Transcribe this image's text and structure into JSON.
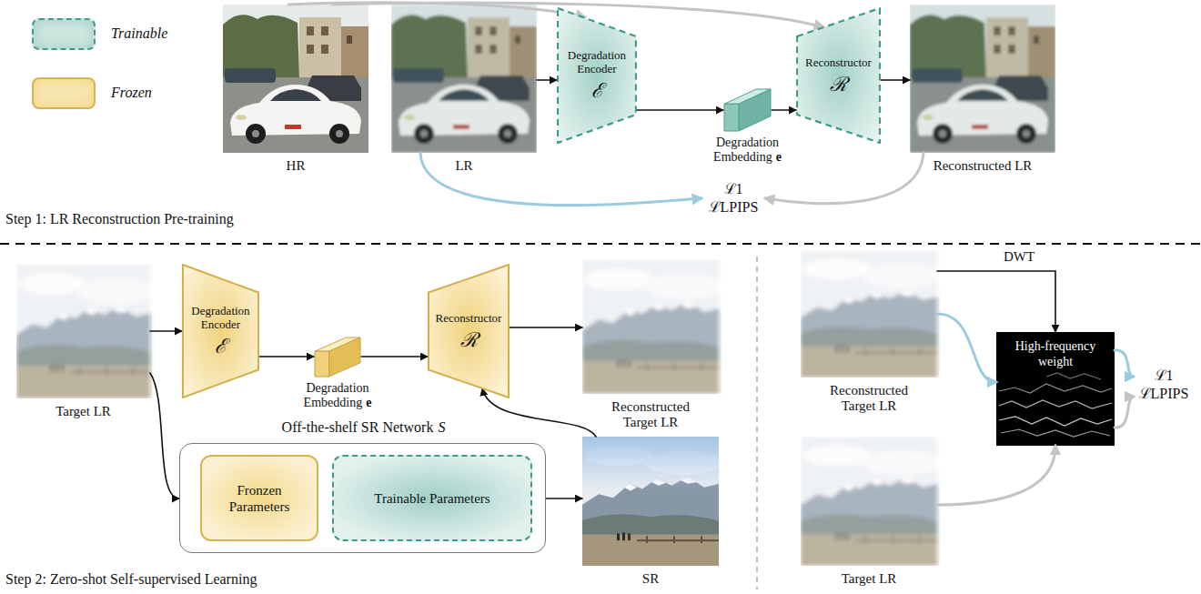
{
  "diagram": {
    "nodes": [
      {
        "text": [
          "HR"
        ]
      },
      {
        "text": [
          "LR"
        ]
      },
      {
        "text": [
          "Degradation Encoder",
          "ℰ"
        ]
      },
      {
        "text": [
          "Degradation Embedding",
          "e"
        ]
      },
      {
        "text": [
          "Reconstructor",
          "ℛ"
        ]
      },
      {
        "text": [
          "Reconstructed LR"
        ]
      },
      {
        "text": [
          "ℒ1",
          "ℒLPIPS"
        ]
      },
      {
        "text": [
          "Target LR"
        ]
      },
      {
        "text": [
          "Degradation Encoder",
          "ℰ"
        ]
      },
      {
        "text": [
          "Degradation Embedding",
          "e"
        ]
      },
      {
        "text": [
          "Reconstructor",
          "ℛ"
        ]
      },
      {
        "text": [
          "Reconstructed Target LR"
        ]
      },
      {
        "text": [
          "Off-the-shelf SR Network",
          "S"
        ]
      },
      {
        "text": [
          "Fronzen Parameters"
        ],
        "in": 12
      },
      {
        "text": [
          "Trainable Parameters"
        ],
        "in": 12
      },
      {
        "text": [
          "SR"
        ]
      },
      {
        "text": [
          "Reconstructed Target LR"
        ]
      },
      {
        "text": [
          "High-frequency weight"
        ]
      },
      {
        "text": [
          "ℒ1",
          "ℒLPIPS"
        ]
      },
      {
        "text": [
          "Target LR"
        ]
      }
    ],
    "edges": [
      {
        "from": 0,
        "to": 2,
        "arrow": "to"
      },
      {
        "from": 0,
        "to": 4,
        "arrow": "to"
      },
      {
        "from": 1,
        "to": 2,
        "arrow": "to"
      },
      {
        "from": 2,
        "to": 3,
        "arrow": "to"
      },
      {
        "from": 3,
        "to": 4,
        "arrow": "to"
      },
      {
        "from": 4,
        "to": 5,
        "arrow": "to"
      },
      {
        "from": 1,
        "to": 6,
        "arrow": "to"
      },
      {
        "from": 5,
        "to": 6,
        "arrow": "to"
      },
      {
        "from": 7,
        "to": 8,
        "arrow": "to"
      },
      {
        "from": 8,
        "to": 9,
        "arrow": "to"
      },
      {
        "from": 9,
        "to": 10,
        "arrow": "to"
      },
      {
        "from": 10,
        "to": 11,
        "arrow": "to"
      },
      {
        "from": 7,
        "to": 12,
        "arrow": "to"
      },
      {
        "from": 12,
        "to": 15,
        "arrow": "to"
      },
      {
        "from": 15,
        "to": 10,
        "arrow": "to"
      },
      {
        "from": 16,
        "to": 17,
        "label": "DWT",
        "arrow": "to"
      },
      {
        "from": 16,
        "to": 17,
        "arrow": "to"
      },
      {
        "from": 19,
        "to": 17,
        "arrow": "to"
      },
      {
        "from": 17,
        "to": 18,
        "arrow": "to"
      },
      {
        "from": 17,
        "to": 18,
        "arrow": "to"
      }
    ],
    "labels": [
      "Step 1: LR Reconstruction Pre-training",
      "Step 2: Zero-shot Self-supervised Learning"
    ],
    "legend": [
      {
        "text": "Trainable",
        "color": "#cfe6e0"
      },
      {
        "text": "Frozen",
        "color": "#f7e6b0"
      }
    ]
  }
}
